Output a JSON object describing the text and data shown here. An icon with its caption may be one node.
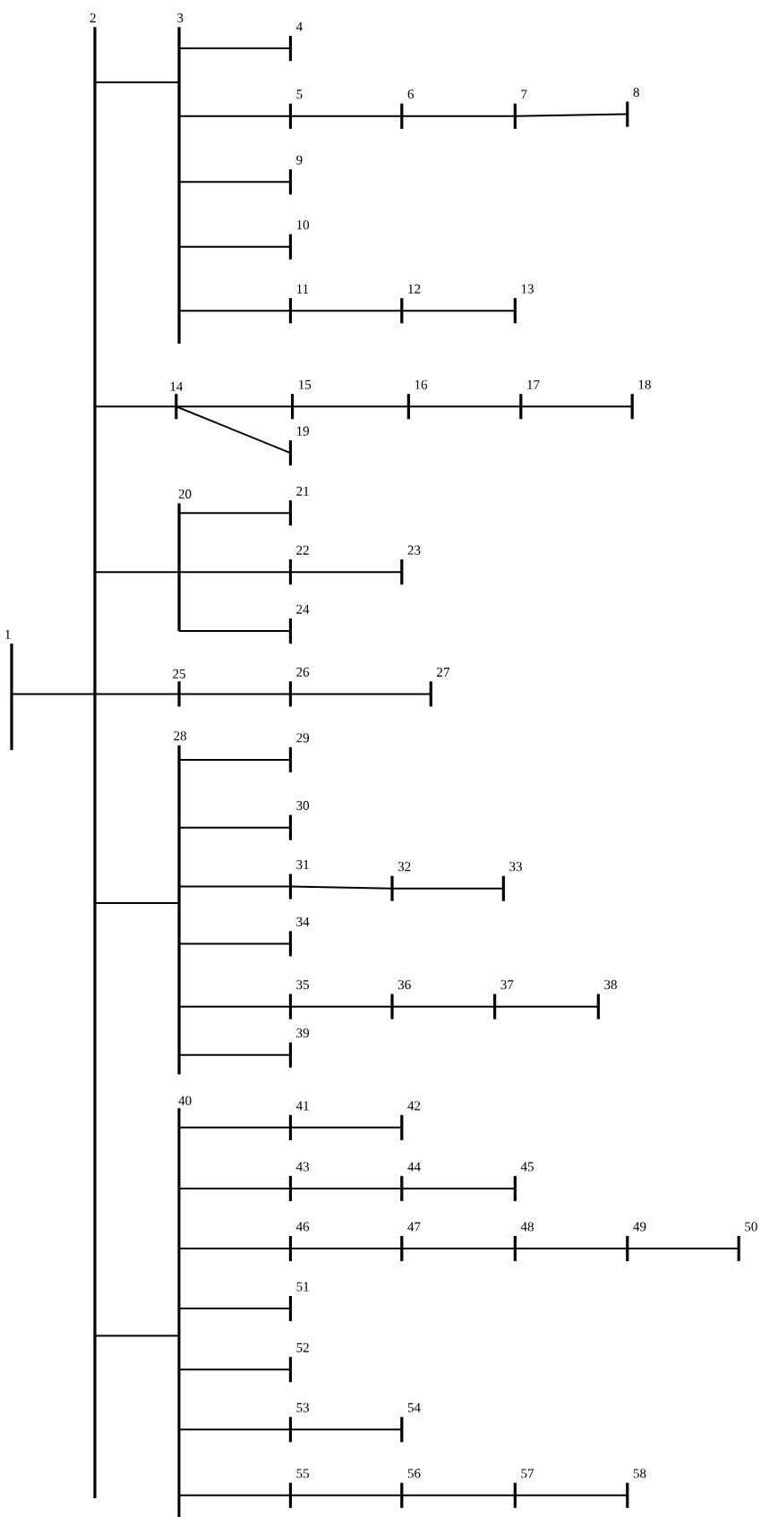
{
  "diagram": {
    "nodes": [
      {
        "text": [
          "1"
        ]
      },
      {
        "text": [
          "2"
        ]
      },
      {
        "text": [
          "3"
        ]
      },
      {
        "text": [
          "4"
        ]
      },
      {
        "text": [
          "5"
        ]
      },
      {
        "text": [
          "6"
        ]
      },
      {
        "text": [
          "7"
        ]
      },
      {
        "text": [
          "8"
        ]
      },
      {
        "text": [
          "9"
        ]
      },
      {
        "text": [
          "10"
        ]
      },
      {
        "text": [
          "11"
        ]
      },
      {
        "text": [
          "12"
        ]
      },
      {
        "text": [
          "13"
        ]
      },
      {
        "text": [
          "14"
        ]
      },
      {
        "text": [
          "15"
        ]
      },
      {
        "text": [
          "16"
        ]
      },
      {
        "text": [
          "17"
        ]
      },
      {
        "text": [
          "18"
        ]
      },
      {
        "text": [
          "19"
        ]
      },
      {
        "text": [
          "20"
        ]
      },
      {
        "text": [
          "21"
        ]
      },
      {
        "text": [
          "22"
        ]
      },
      {
        "text": [
          "23"
        ]
      },
      {
        "text": [
          "24"
        ]
      },
      {
        "text": [
          "25"
        ]
      },
      {
        "text": [
          "26"
        ]
      },
      {
        "text": [
          "27"
        ]
      },
      {
        "text": [
          "28"
        ]
      },
      {
        "text": [
          "29"
        ]
      },
      {
        "text": [
          "30"
        ]
      },
      {
        "text": [
          "31"
        ]
      },
      {
        "text": [
          "32"
        ]
      },
      {
        "text": [
          "33"
        ]
      },
      {
        "text": [
          "34"
        ]
      },
      {
        "text": [
          "35"
        ]
      },
      {
        "text": [
          "36"
        ]
      },
      {
        "text": [
          "37"
        ]
      },
      {
        "text": [
          "38"
        ]
      },
      {
        "text": [
          "39"
        ]
      },
      {
        "text": [
          "40"
        ]
      },
      {
        "text": [
          "41"
        ]
      },
      {
        "text": [
          "42"
        ]
      },
      {
        "text": [
          "43"
        ]
      },
      {
        "text": [
          "44"
        ]
      },
      {
        "text": [
          "45"
        ]
      },
      {
        "text": [
          "46"
        ]
      },
      {
        "text": [
          "47"
        ]
      },
      {
        "text": [
          "48"
        ]
      },
      {
        "text": [
          "49"
        ]
      },
      {
        "text": [
          "50"
        ]
      },
      {
        "text": [
          "51"
        ]
      },
      {
        "text": [
          "52"
        ]
      },
      {
        "text": [
          "53"
        ]
      },
      {
        "text": [
          "54"
        ]
      },
      {
        "text": [
          "55"
        ]
      },
      {
        "text": [
          "56"
        ]
      },
      {
        "text": [
          "57"
        ]
      },
      {
        "text": [
          "58"
        ]
      }
    ],
    "edges": [
      {
        "from": 0,
        "to": 1,
        "arrow": "none"
      },
      {
        "from": 1,
        "to": 2,
        "arrow": "none"
      },
      {
        "from": 2,
        "to": 3,
        "arrow": "none"
      },
      {
        "from": 2,
        "to": 4,
        "arrow": "none"
      },
      {
        "from": 4,
        "to": 5,
        "arrow": "none"
      },
      {
        "from": 5,
        "to": 6,
        "arrow": "none"
      },
      {
        "from": 6,
        "to": 7,
        "arrow": "none"
      },
      {
        "from": 2,
        "to": 8,
        "arrow": "none"
      },
      {
        "from": 2,
        "to": 9,
        "arrow": "none"
      },
      {
        "from": 2,
        "to": 10,
        "arrow": "none"
      },
      {
        "from": 10,
        "to": 11,
        "arrow": "none"
      },
      {
        "from": 11,
        "to": 12,
        "arrow": "none"
      },
      {
        "from": 1,
        "to": 13,
        "arrow": "none"
      },
      {
        "from": 13,
        "to": 14,
        "arrow": "none"
      },
      {
        "from": 14,
        "to": 15,
        "arrow": "none"
      },
      {
        "from": 15,
        "to": 16,
        "arrow": "none"
      },
      {
        "from": 16,
        "to": 17,
        "arrow": "none"
      },
      {
        "from": 13,
        "to": 18,
        "arrow": "none"
      },
      {
        "from": 1,
        "to": 19,
        "arrow": "none"
      },
      {
        "from": 19,
        "to": 20,
        "arrow": "none"
      },
      {
        "from": 19,
        "to": 21,
        "arrow": "none"
      },
      {
        "from": 21,
        "to": 22,
        "arrow": "none"
      },
      {
        "from": 19,
        "to": 23,
        "arrow": "none"
      },
      {
        "from": 1,
        "to": 24,
        "arrow": "none"
      },
      {
        "from": 24,
        "to": 25,
        "arrow": "none"
      },
      {
        "from": 25,
        "to": 26,
        "arrow": "none"
      },
      {
        "from": 1,
        "to": 27,
        "arrow": "none"
      },
      {
        "from": 27,
        "to": 28,
        "arrow": "none"
      },
      {
        "from": 27,
        "to": 29,
        "arrow": "none"
      },
      {
        "from": 27,
        "to": 30,
        "arrow": "none"
      },
      {
        "from": 30,
        "to": 31,
        "arrow": "none"
      },
      {
        "from": 31,
        "to": 32,
        "arrow": "none"
      },
      {
        "from": 27,
        "to": 33,
        "arrow": "none"
      },
      {
        "from": 27,
        "to": 34,
        "arrow": "none"
      },
      {
        "from": 34,
        "to": 35,
        "arrow": "none"
      },
      {
        "from": 35,
        "to": 36,
        "arrow": "none"
      },
      {
        "from": 36,
        "to": 37,
        "arrow": "none"
      },
      {
        "from": 27,
        "to": 38,
        "arrow": "none"
      },
      {
        "from": 1,
        "to": 39,
        "arrow": "none"
      },
      {
        "from": 39,
        "to": 40,
        "arrow": "none"
      },
      {
        "from": 40,
        "to": 41,
        "arrow": "none"
      },
      {
        "from": 39,
        "to": 42,
        "arrow": "none"
      },
      {
        "from": 42,
        "to": 43,
        "arrow": "none"
      },
      {
        "from": 43,
        "to": 44,
        "arrow": "none"
      },
      {
        "from": 39,
        "to": 45,
        "arrow": "none"
      },
      {
        "from": 45,
        "to": 46,
        "arrow": "none"
      },
      {
        "from": 46,
        "to": 47,
        "arrow": "none"
      },
      {
        "from": 47,
        "to": 48,
        "arrow": "none"
      },
      {
        "from": 48,
        "to": 49,
        "arrow": "none"
      },
      {
        "from": 39,
        "to": 50,
        "arrow": "none"
      },
      {
        "from": 39,
        "to": 51,
        "arrow": "none"
      },
      {
        "from": 39,
        "to": 52,
        "arrow": "none"
      },
      {
        "from": 52,
        "to": 53,
        "arrow": "none"
      },
      {
        "from": 39,
        "to": 54,
        "arrow": "none"
      },
      {
        "from": 54,
        "to": 55,
        "arrow": "none"
      },
      {
        "from": 55,
        "to": 56,
        "arrow": "none"
      },
      {
        "from": 56,
        "to": 57,
        "arrow": "none"
      }
    ]
  }
}
